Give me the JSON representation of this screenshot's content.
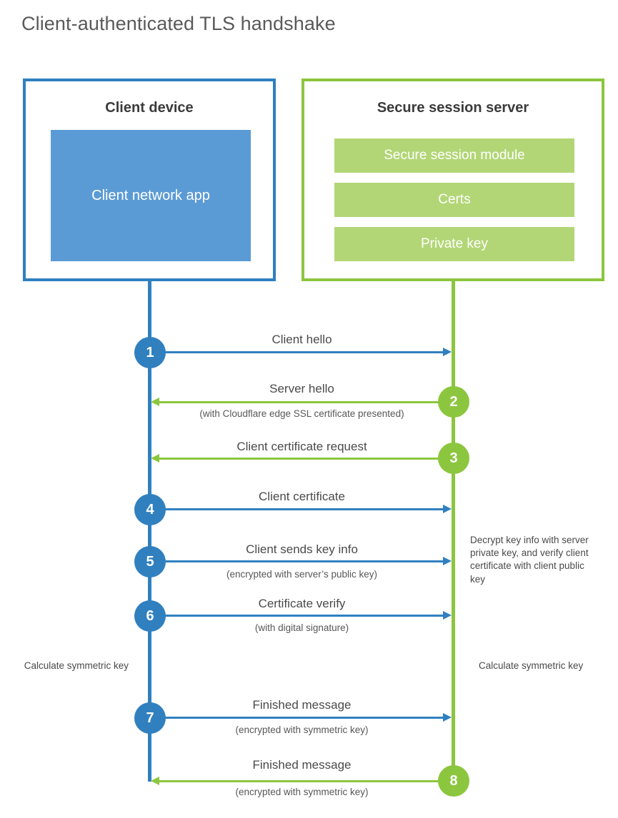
{
  "title": "Client-authenticated TLS handshake",
  "colors": {
    "blue_border": "#2e80bf",
    "blue_line": "#3080c0",
    "blue_fill": "#5b9bd5",
    "green_border": "#8cc63e",
    "green_line": "#8cc63e",
    "green_fill": "#b2d676",
    "text": "#4a4a4a",
    "title_text": "#5a5a5a"
  },
  "client_panel": {
    "title": "Client device",
    "app_label": "Client network app"
  },
  "server_panel": {
    "title": "Secure session server",
    "bars": [
      {
        "label": "Secure session module"
      },
      {
        "label": "Certs"
      },
      {
        "label": "Private key"
      }
    ]
  },
  "lanes": {
    "client_label": "Client device",
    "server_label": "Secure session server"
  },
  "steps": [
    {
      "number": "1",
      "side": "client",
      "direction": "to-server",
      "label": "Client hello",
      "sublabel": ""
    },
    {
      "number": "2",
      "side": "server",
      "direction": "to-client",
      "label": "Server hello",
      "sublabel": "(with Cloudflare edge SSL certificate presented)"
    },
    {
      "number": "3",
      "side": "server",
      "direction": "to-client",
      "label": "Client certificate request",
      "sublabel": ""
    },
    {
      "number": "4",
      "side": "client",
      "direction": "to-server",
      "label": "Client certificate",
      "sublabel": ""
    },
    {
      "number": "5",
      "side": "client",
      "direction": "to-server",
      "label": "Client sends key info",
      "sublabel": "(encrypted with server’s public key)"
    },
    {
      "number": "6",
      "side": "client",
      "direction": "to-server",
      "label": "Certificate verify",
      "sublabel": "(with digital signature)"
    },
    {
      "number": "7",
      "side": "client",
      "direction": "to-server",
      "label": "Finished message",
      "sublabel": "(encrypted with symmetric key)"
    },
    {
      "number": "8",
      "side": "server",
      "direction": "to-client",
      "label": "Finished message",
      "sublabel": "(encrypted with symmetric key)"
    }
  ],
  "notes": {
    "server_decrypt": "Decrypt key info with server private key, and verify client certificate with client public key",
    "client_calculate": "Calculate symmetric key",
    "server_calculate": "Calculate symmetric key"
  }
}
